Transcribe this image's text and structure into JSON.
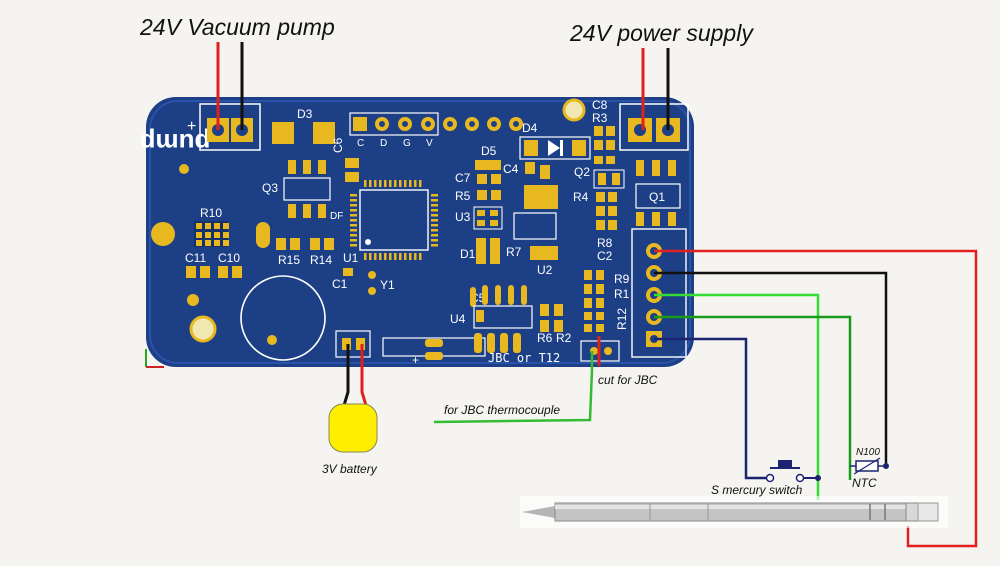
{
  "labels": {
    "vacuum_pump": "24V Vacuum pump",
    "power_supply": "24V power supply",
    "battery": "3V battery",
    "jbc_thermocouple": "for JBC thermocouple",
    "cut_for_jbc": "cut for JBC",
    "mercury_switch": "S mercury switch",
    "ntc_value": "N100",
    "ntc": "NTC"
  },
  "pcb": {
    "pump_mark": "pump",
    "plus_mark": "+",
    "designators": {
      "D3": "D3",
      "C6": "C6",
      "Q3": "Q3",
      "DF": "DF",
      "R10": "R10",
      "C11": "C11",
      "C10": "C10",
      "R15": "R15",
      "R14": "R14",
      "U1": "U1",
      "C1": "C1",
      "Y1": "Y1",
      "D5": "D5",
      "C4": "C4",
      "C7": "C7",
      "R5": "R5",
      "U3": "U3",
      "D1": "D1",
      "R7": "R7",
      "U2": "U2",
      "D4": "D4",
      "C8": "C8",
      "R3": "R3",
      "Q2": "Q2",
      "R4": "R4",
      "R8": "R8",
      "C2": "C2",
      "Q1": "Q1",
      "R9": "R9",
      "R1": "R1",
      "R12": "R12",
      "C5": "C5",
      "U4": "U4",
      "R6": "R6",
      "R2": "R2"
    },
    "header_pins": [
      "C",
      "D",
      "G",
      "V"
    ],
    "tip_select": "JBC or T12",
    "battery_plus": "+"
  },
  "colors": {
    "pcb_blue": "#1d3f86",
    "pad_gold": "#e8b820",
    "wire_red": "#e02020",
    "wire_black": "#111111",
    "wire_green_light": "#33dd33",
    "wire_green_dark": "#1a9a1a",
    "wire_navy": "#1a2470",
    "battery_yellow": "#ffee00"
  }
}
